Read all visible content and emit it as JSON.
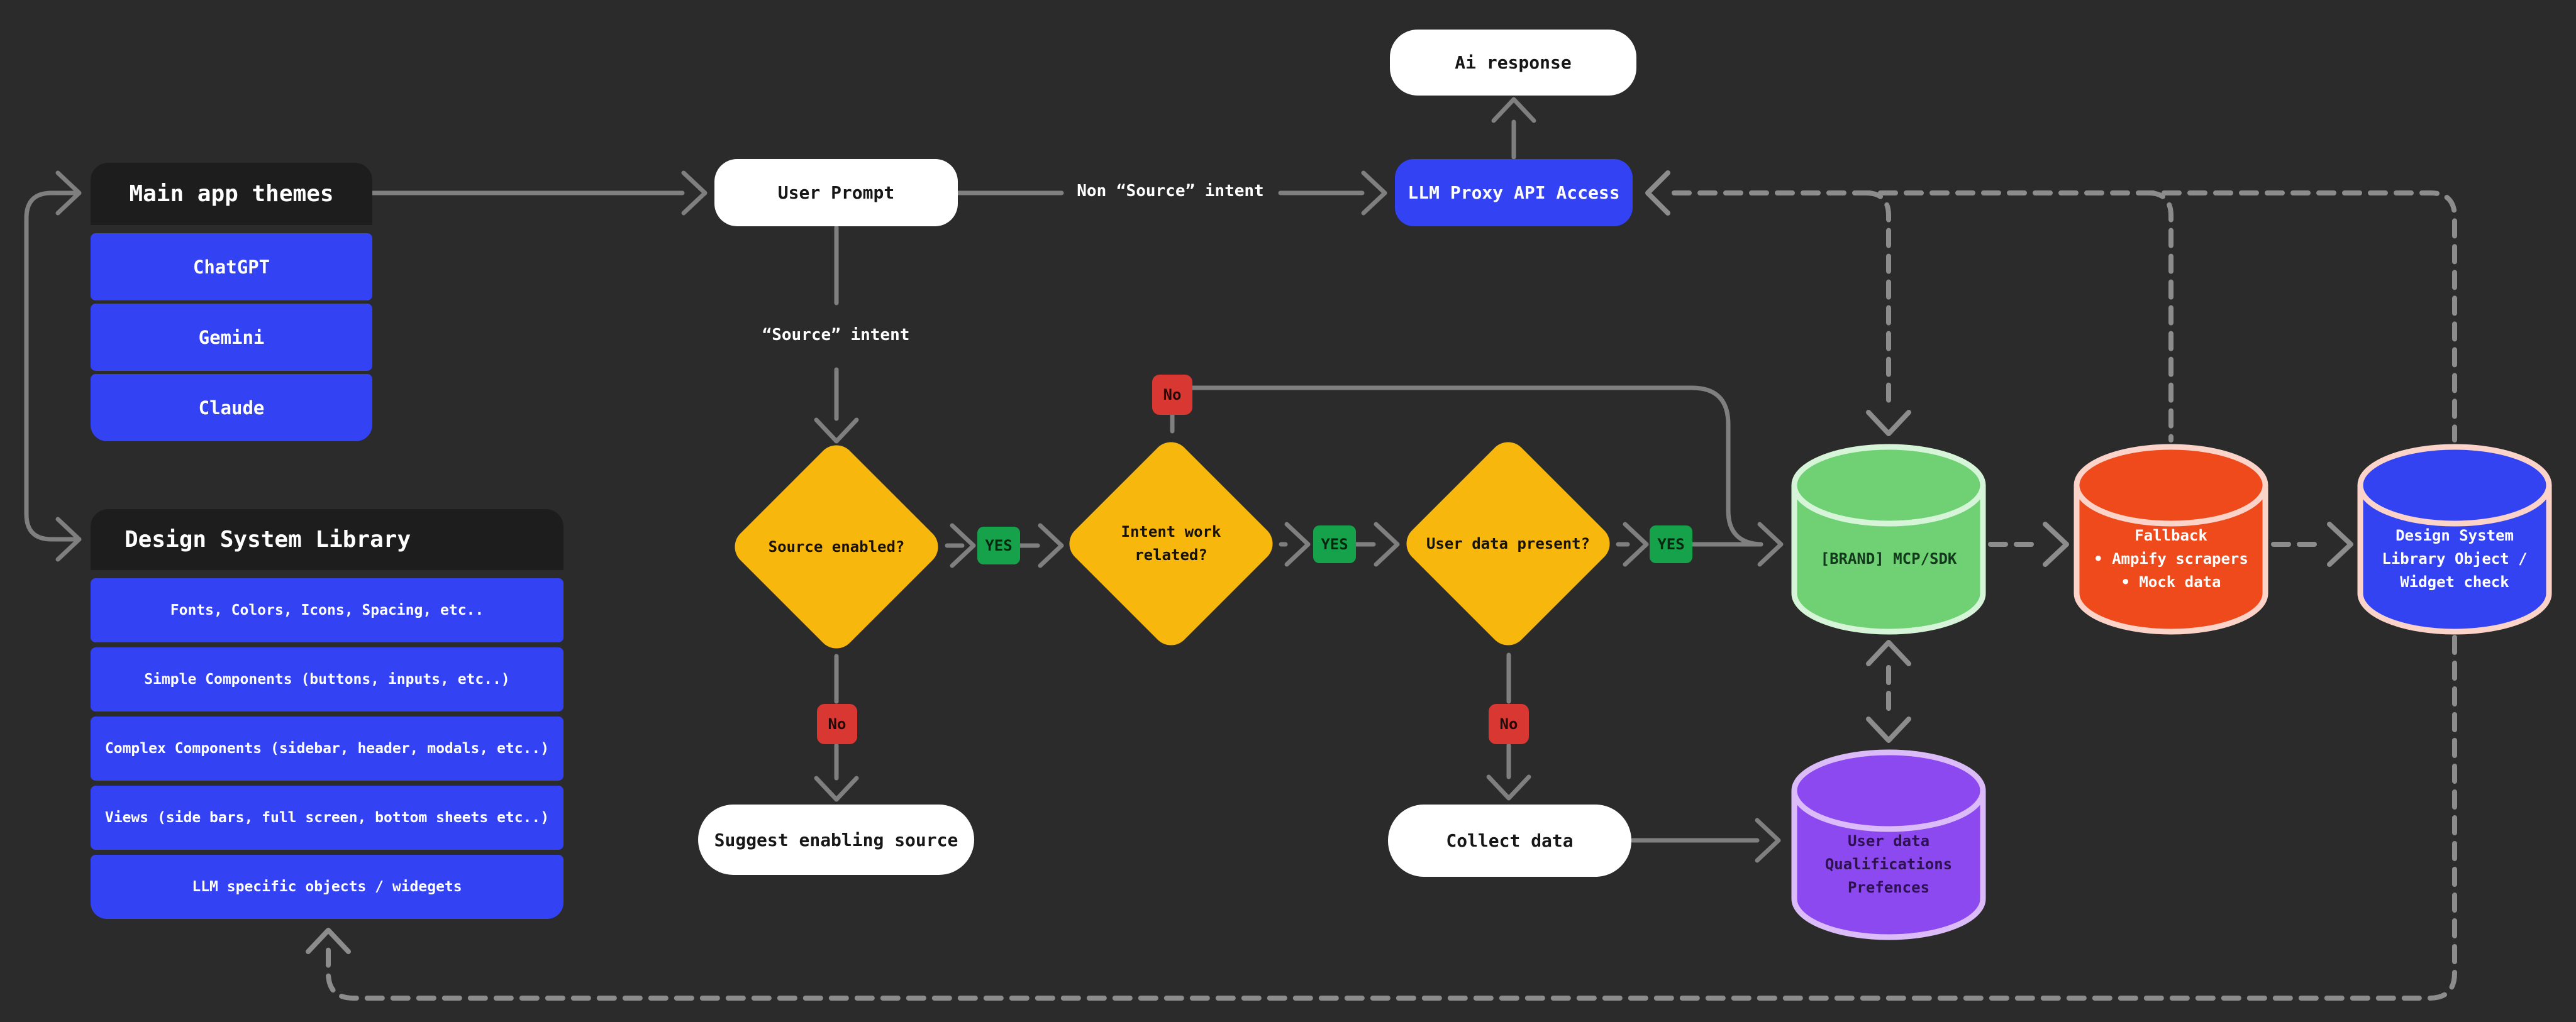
{
  "colors": {
    "background": "#2b2b2b",
    "panel_header": "#1d1d1d",
    "accent_blue": "#3342f2",
    "decision_yellow": "#f8b70d",
    "yes_green": "#16a24a",
    "no_red": "#d93732",
    "datastore_green": "#6fd173",
    "datastore_orange": "#ee4a1c",
    "datastore_blue": "#3443f2",
    "datastore_purple": "#8c49f0",
    "connector_gray": "#7f7f7f",
    "node_white": "#ffffff"
  },
  "panels": {
    "main_app_themes": {
      "title": "Main app themes",
      "items": [
        "ChatGPT",
        "Gemini",
        "Claude"
      ]
    },
    "design_system_library": {
      "title": "Design System Library",
      "items": [
        "Fonts, Colors, Icons, Spacing, etc..",
        "Simple Components (buttons, inputs, etc..)",
        "Complex Components (sidebar, header, modals, etc..)",
        "Views (side bars, full screen, bottom sheets etc..)",
        "LLM specific objects / widegets"
      ]
    }
  },
  "flow": {
    "user_prompt": "User Prompt",
    "ai_response": "Ai response",
    "llm_proxy": "LLM Proxy API Access",
    "suggest_enabling_source": "Suggest enabling source",
    "collect_data": "Collect data",
    "labels": {
      "non_source_intent": "Non “Source” intent",
      "source_intent": "“Source” intent",
      "yes": "YES",
      "no": "No"
    },
    "decisions": {
      "source_enabled": "Source enabled?",
      "intent_line1": "Intent work",
      "intent_line2": "related?",
      "user_data_present": "User data present?"
    }
  },
  "datastores": {
    "brand_mcp_sdk": {
      "lines": [
        "[BRAND] MCP/SDK"
      ]
    },
    "fallback": {
      "lines": [
        "Fallback",
        "• Ampify scrapers",
        "• Mock data"
      ]
    },
    "design_system_object": {
      "lines": [
        "Design System",
        "Library Object /",
        "Widget check"
      ]
    },
    "user_data": {
      "lines": [
        "User data",
        "Qualifications",
        "Prefences"
      ]
    }
  }
}
